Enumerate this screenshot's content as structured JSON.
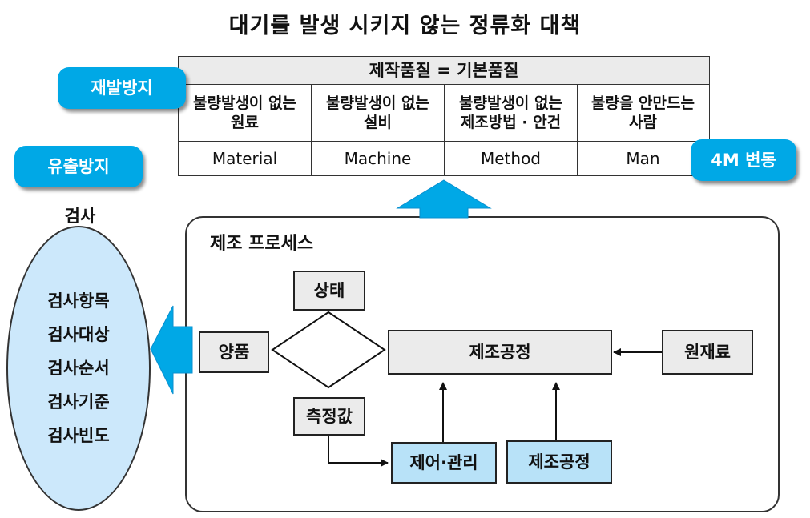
{
  "title": "대기를 발생 시키지 않는 정류화 대책",
  "four_m": {
    "header": "제작품질 = 기본품질",
    "columns": [
      {
        "desc": "불량발생이 없는\n원료",
        "name": "Material"
      },
      {
        "desc": "불량발생이 없는\n설비",
        "name": "Machine"
      },
      {
        "desc": "불량발생이 없는\n제조방법 · 안건",
        "name": "Method"
      },
      {
        "desc": "불량을 안만드는\n사람",
        "name": "Man"
      }
    ]
  },
  "labels": {
    "recurrence_prevention": "재발방지",
    "outflow_prevention": "유출방지",
    "four_m_change": "4M 변동"
  },
  "inspection": {
    "label": "검사",
    "items": [
      "검사항목",
      "검사대상",
      "검사순서",
      "검사기준",
      "검사빈도"
    ]
  },
  "process": {
    "title": "제조 프로세스",
    "state": "상태",
    "good": "양품",
    "measured": "측정값",
    "manufacturing": "제조공정",
    "raw_material": "원재료",
    "control": "제어·관리",
    "manufacturing_bottom": "제조공정"
  },
  "colors": {
    "accent_blue": "#00a8e6",
    "light_blue": "#b8e2f8",
    "ellipse_blue": "#cce8fb",
    "grey_box": "#ebebeb"
  }
}
